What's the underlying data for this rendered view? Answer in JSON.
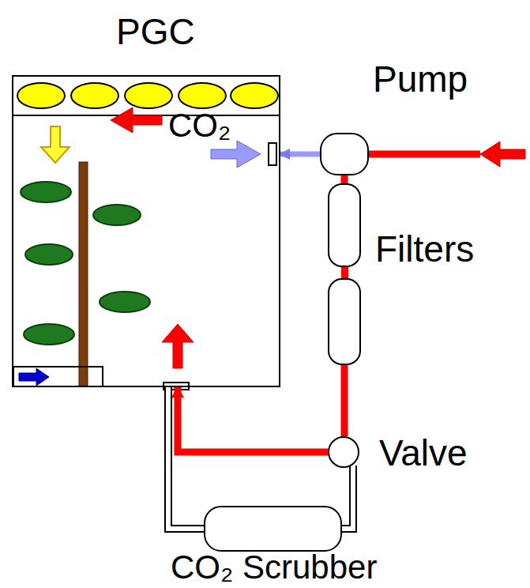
{
  "diagram": {
    "nodes": [
      {
        "text": [
          "PGC"
        ]
      },
      {
        "text": [
          "Pump"
        ]
      },
      {
        "text": [
          "Filters"
        ]
      },
      {
        "text": [
          "Valve"
        ]
      },
      {
        "text": [
          "CO₂ Scrubber"
        ]
      }
    ],
    "edges": [
      {
        "from": 1,
        "to": 0,
        "arrow": "to"
      },
      {
        "from": 1,
        "to": 2,
        "arrow": "none"
      },
      {
        "from": 2,
        "to": 3,
        "arrow": "none"
      },
      {
        "from": 3,
        "to": 0,
        "arrow": "to"
      },
      {
        "from": 3,
        "to": 4,
        "arrow": "none"
      },
      {
        "from": 4,
        "to": 0,
        "arrow": "none"
      }
    ],
    "labels": [
      "CO₂"
    ]
  }
}
